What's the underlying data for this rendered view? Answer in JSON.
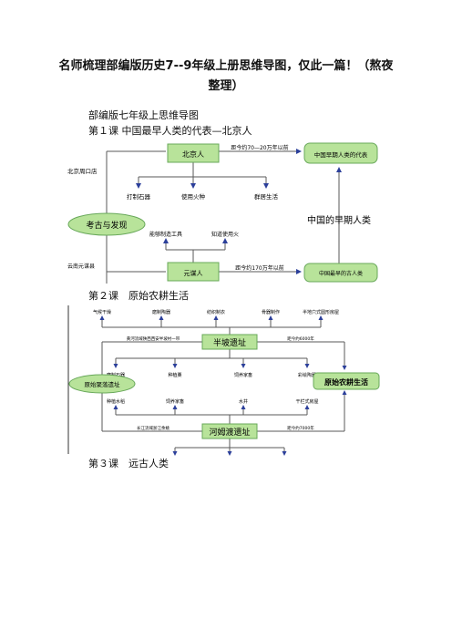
{
  "doc": {
    "title": "名师梳理部编版历史7--9年级上册思维导图，仅此一篇！（熬夜整理）",
    "heading": "部编版七年级上思维导图",
    "lesson1": "第１课 中国最早人类的代表—北京人",
    "lesson2": "第２课　原始农耕生活",
    "lesson3": "第３课　远古人类"
  },
  "map1": {
    "beijingren": "北京人",
    "time1": "距今约70—20万年以前",
    "earliest_rep": "中国早期人类的代表",
    "zhoukoudian": "北京周口店",
    "skill1": "打制石器",
    "skill2": "使用火种",
    "skill3": "群居生活",
    "kaogu": "考古与发现",
    "early_humans": "中国的早期人类",
    "tool": "能够制造工具",
    "fire": "知道使用火",
    "yunxian": "云南元谋县",
    "yuanmouren": "元谋人",
    "time2": "距今约170万年以前",
    "earliest_known": "中国最早的古人类"
  },
  "map2": {
    "top_items": [
      "气候干燥",
      "磨制陶器",
      "纺织制衣",
      "骨器制作",
      "半地穴式圆形房屋"
    ],
    "banpo": "半坡遗址",
    "banpo_place": "黄河流域陕西西安半坡村一带",
    "banpo_time": "距今约6000年",
    "banpo_items": [
      "磨制石器",
      "种植粟",
      "饲养家畜",
      "彩绘陶器"
    ],
    "yuanshi": "原始聚落遗址",
    "nonggeng": "原始农耕生活",
    "hemudu_items": [
      "种植水稻",
      "饲养家畜",
      "水井",
      "干栏式房屋"
    ],
    "hemudu_place": "长江流域浙江余姚",
    "hemudu": "河姆渡遗址",
    "hemudu_time": "距今约7000年"
  }
}
